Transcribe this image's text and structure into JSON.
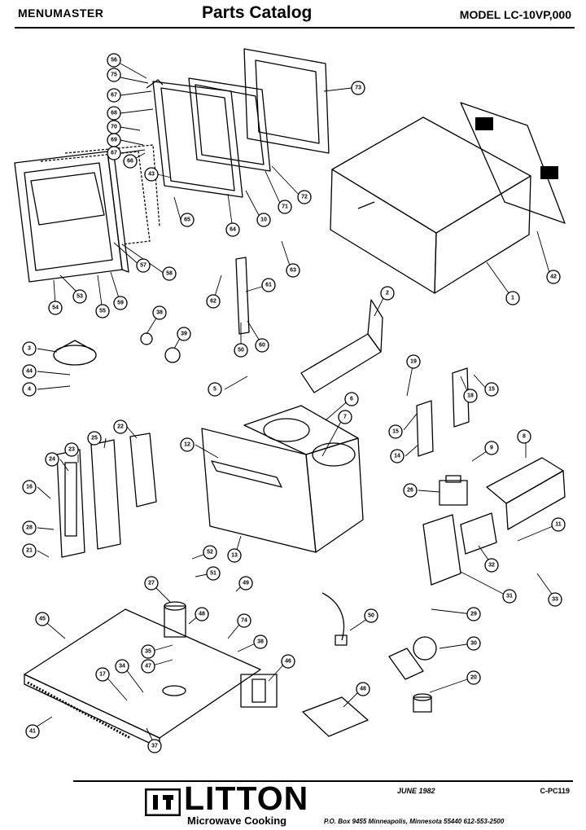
{
  "header": {
    "left": "MENUMASTER",
    "title": "Parts Catalog",
    "model": "MODEL  LC-10VP,000"
  },
  "footer": {
    "brand": "LITTON",
    "subtitle": "Microwave Cooking",
    "date": "JUNE 1982",
    "code": "C-PC119",
    "address": "P.O. Box 9455 Minneapolis, Minnesota 55440     612-553-2500"
  },
  "callouts": [
    {
      "id": "c-56",
      "label": "56"
    },
    {
      "id": "c-75",
      "label": "75"
    },
    {
      "id": "c-67a",
      "label": "67"
    },
    {
      "id": "c-68a",
      "label": "68"
    },
    {
      "id": "c-70",
      "label": "70"
    },
    {
      "id": "c-69",
      "label": "69"
    },
    {
      "id": "c-67b",
      "label": "67"
    },
    {
      "id": "c-66",
      "label": "66"
    },
    {
      "id": "c-73",
      "label": "73"
    },
    {
      "id": "c-43",
      "label": "43"
    },
    {
      "id": "c-65",
      "label": "65"
    },
    {
      "id": "c-64",
      "label": "64"
    },
    {
      "id": "c-10",
      "label": "10"
    },
    {
      "id": "c-71",
      "label": "71"
    },
    {
      "id": "c-72",
      "label": "72"
    },
    {
      "id": "c-42",
      "label": "42"
    },
    {
      "id": "c-58",
      "label": "58"
    },
    {
      "id": "c-57",
      "label": "57"
    },
    {
      "id": "c-53",
      "label": "53"
    },
    {
      "id": "c-54",
      "label": "54"
    },
    {
      "id": "c-55",
      "label": "55"
    },
    {
      "id": "c-59",
      "label": "59"
    },
    {
      "id": "c-63",
      "label": "63"
    },
    {
      "id": "c-61",
      "label": "61"
    },
    {
      "id": "c-62",
      "label": "62"
    },
    {
      "id": "c-60",
      "label": "60"
    },
    {
      "id": "c-50",
      "label": "50"
    },
    {
      "id": "c-1",
      "label": "1"
    },
    {
      "id": "c-2",
      "label": "2"
    },
    {
      "id": "c-38a",
      "label": "38"
    },
    {
      "id": "c-39",
      "label": "39"
    },
    {
      "id": "c-3",
      "label": "3"
    },
    {
      "id": "c-44",
      "label": "44"
    },
    {
      "id": "c-4",
      "label": "4"
    },
    {
      "id": "c-5",
      "label": "5"
    },
    {
      "id": "c-19",
      "label": "19"
    },
    {
      "id": "c-18",
      "label": "18"
    },
    {
      "id": "c-15a",
      "label": "15"
    },
    {
      "id": "c-6",
      "label": "6"
    },
    {
      "id": "c-7",
      "label": "7"
    },
    {
      "id": "c-15b",
      "label": "15"
    },
    {
      "id": "c-14",
      "label": "14"
    },
    {
      "id": "c-12",
      "label": "12"
    },
    {
      "id": "c-25",
      "label": "25"
    },
    {
      "id": "c-22",
      "label": "22"
    },
    {
      "id": "c-24",
      "label": "24"
    },
    {
      "id": "c-23",
      "label": "23"
    },
    {
      "id": "c-9",
      "label": "9"
    },
    {
      "id": "c-8",
      "label": "8"
    },
    {
      "id": "c-26",
      "label": "26"
    },
    {
      "id": "c-16",
      "label": "16"
    },
    {
      "id": "c-28",
      "label": "28"
    },
    {
      "id": "c-21",
      "label": "21"
    },
    {
      "id": "c-13",
      "label": "13"
    },
    {
      "id": "c-11",
      "label": "11"
    },
    {
      "id": "c-32",
      "label": "32"
    },
    {
      "id": "c-33",
      "label": "33"
    },
    {
      "id": "c-31",
      "label": "31"
    },
    {
      "id": "c-52",
      "label": "52"
    },
    {
      "id": "c-51",
      "label": "51"
    },
    {
      "id": "c-49",
      "label": "49"
    },
    {
      "id": "c-27",
      "label": "27"
    },
    {
      "id": "c-45",
      "label": "45"
    },
    {
      "id": "c-48a",
      "label": "48"
    },
    {
      "id": "c-74",
      "label": "74"
    },
    {
      "id": "c-35",
      "label": "35"
    },
    {
      "id": "c-47",
      "label": "47"
    },
    {
      "id": "c-38b",
      "label": "38"
    },
    {
      "id": "c-46",
      "label": "46"
    },
    {
      "id": "c-17",
      "label": "17"
    },
    {
      "id": "c-34",
      "label": "34"
    },
    {
      "id": "c-41",
      "label": "41"
    },
    {
      "id": "c-37",
      "label": "37"
    },
    {
      "id": "c-48b",
      "label": "48"
    },
    {
      "id": "c-50b",
      "label": "50"
    },
    {
      "id": "c-29",
      "label": "29"
    },
    {
      "id": "c-30",
      "label": "30"
    },
    {
      "id": "c-20",
      "label": "20"
    }
  ]
}
